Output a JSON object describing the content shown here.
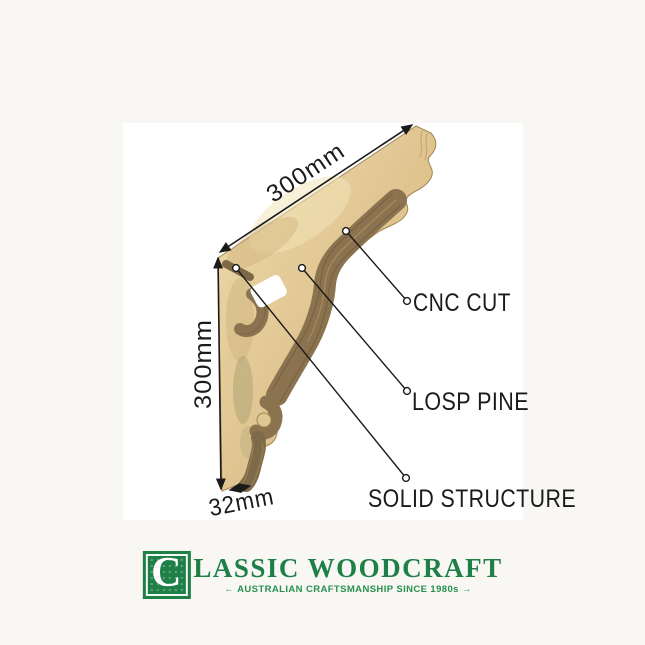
{
  "page": {
    "background": "#f8f7f4",
    "panel_background": "#ffffff",
    "line_color": "#1b1b1b"
  },
  "diagram": {
    "dim_top": "300mm",
    "dim_left": "300mm",
    "dim_bottom": "32mm",
    "callout_cnc": "CNC CUT",
    "callout_losp": "LOSP PINE",
    "callout_solid": "SOLID STRUCTURE",
    "wood_colors": {
      "face_light": "#ecd9ab",
      "face_mid": "#d8bc85",
      "profile_dark": "#8c7350",
      "profile_deep": "#776343",
      "grain_line": "#6e5a3c",
      "olive_patch": "#aaa272"
    }
  },
  "logo": {
    "initial": "C",
    "wordmark": "LASSIC WOODCRAFT",
    "tagline_arrow_left": "←",
    "tagline": "AUSTRALIAN CRAFTSMANSHIP SINCE 1980s",
    "tagline_arrow_right": "→",
    "brand_green": "#1e7f47"
  }
}
